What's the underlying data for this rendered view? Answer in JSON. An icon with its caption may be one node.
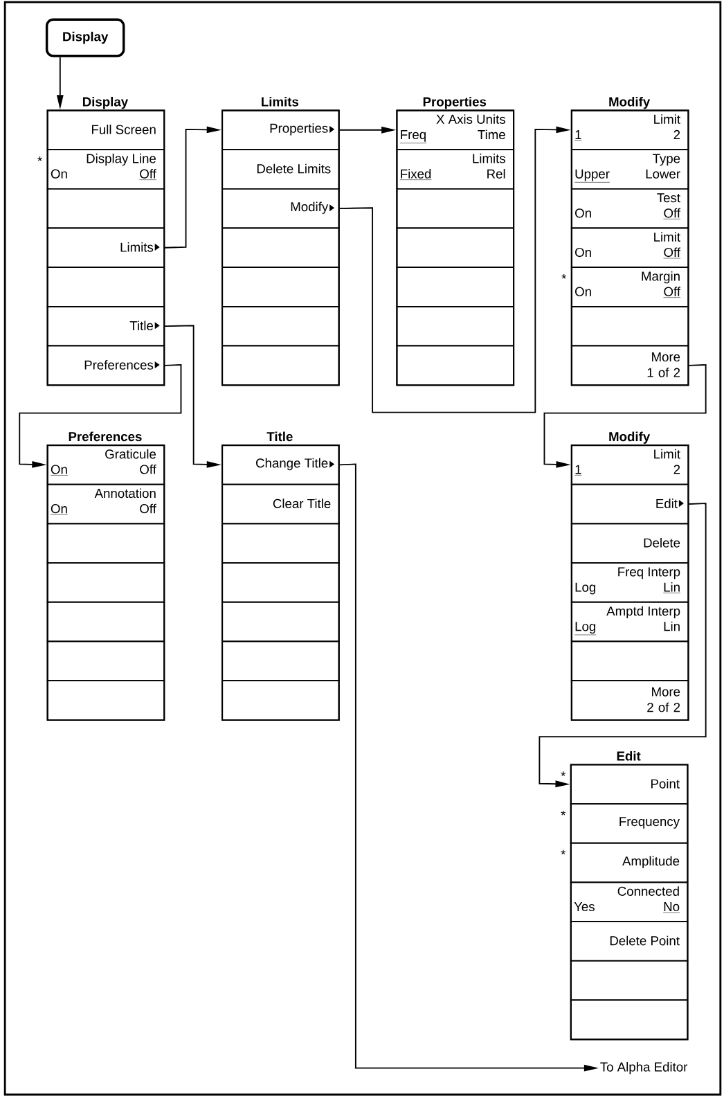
{
  "diagram": {
    "nodes": [
      {
        "text": [
          "Display"
        ]
      },
      {
        "text": [
          "Display"
        ]
      },
      {
        "text": [
          "Full Screen"
        ],
        "in": 1
      },
      {
        "text": [
          "Display Line",
          "On",
          "Off"
        ],
        "in": 1,
        "beside": [
          "*"
        ]
      },
      {
        "text": [],
        "shape": "box",
        "in": 1
      },
      {
        "text": [
          "Limits"
        ],
        "in": 1
      },
      {
        "text": [],
        "shape": "box",
        "in": 1
      },
      {
        "text": [
          "Title"
        ],
        "in": 1
      },
      {
        "text": [
          "Preferences"
        ],
        "in": 1
      },
      {
        "text": [
          "Limits"
        ]
      },
      {
        "text": [
          "Properties"
        ],
        "in": 9
      },
      {
        "text": [
          "Delete Limits"
        ],
        "in": 9
      },
      {
        "text": [
          "Modify"
        ],
        "in": 9
      },
      {
        "text": [],
        "shape": "box",
        "in": 9
      },
      {
        "text": [],
        "shape": "box",
        "in": 9
      },
      {
        "text": [],
        "shape": "box",
        "in": 9
      },
      {
        "text": [],
        "shape": "box",
        "in": 9
      },
      {
        "text": [
          "Properties"
        ]
      },
      {
        "text": [
          "X Axis Units",
          "Freq",
          "Time"
        ],
        "in": 17
      },
      {
        "text": [
          "Limits",
          "Fixed",
          "Rel"
        ],
        "in": 17
      },
      {
        "text": [],
        "shape": "box",
        "in": 17
      },
      {
        "text": [],
        "shape": "box",
        "in": 17
      },
      {
        "text": [],
        "shape": "box",
        "in": 17
      },
      {
        "text": [],
        "shape": "box",
        "in": 17
      },
      {
        "text": [],
        "shape": "box",
        "in": 17
      },
      {
        "text": [
          "Modify"
        ]
      },
      {
        "text": [
          "Limit",
          "1",
          "2"
        ],
        "in": 25
      },
      {
        "text": [
          "Type",
          "Upper",
          "Lower"
        ],
        "in": 25
      },
      {
        "text": [
          "Test",
          "On",
          "Off"
        ],
        "in": 25
      },
      {
        "text": [
          "Limit",
          "On",
          "Off"
        ],
        "in": 25
      },
      {
        "text": [
          "Margin",
          "On",
          "Off"
        ],
        "in": 25,
        "beside": [
          "*"
        ]
      },
      {
        "text": [],
        "shape": "box",
        "in": 25
      },
      {
        "text": [
          "More 1 of 2"
        ],
        "in": 25
      },
      {
        "text": [
          "Preferences"
        ]
      },
      {
        "text": [
          "Graticule",
          "On",
          "Off"
        ],
        "in": 33
      },
      {
        "text": [
          "Annotation",
          "On",
          "Off"
        ],
        "in": 33
      },
      {
        "text": [],
        "shape": "box",
        "in": 33
      },
      {
        "text": [],
        "shape": "box",
        "in": 33
      },
      {
        "text": [],
        "shape": "box",
        "in": 33
      },
      {
        "text": [],
        "shape": "box",
        "in": 33
      },
      {
        "text": [],
        "shape": "box",
        "in": 33
      },
      {
        "text": [
          "Title"
        ]
      },
      {
        "text": [
          "Change Title"
        ],
        "in": 41
      },
      {
        "text": [
          "Clear Title"
        ],
        "in": 41
      },
      {
        "text": [],
        "shape": "box",
        "in": 41
      },
      {
        "text": [],
        "shape": "box",
        "in": 41
      },
      {
        "text": [],
        "shape": "box",
        "in": 41
      },
      {
        "text": [],
        "shape": "box",
        "in": 41
      },
      {
        "text": [],
        "shape": "box",
        "in": 41
      },
      {
        "text": [
          "Modify"
        ]
      },
      {
        "text": [
          "Limit",
          "1",
          "2"
        ],
        "in": 49
      },
      {
        "text": [
          "Edit"
        ],
        "in": 49
      },
      {
        "text": [
          "Delete"
        ],
        "in": 49
      },
      {
        "text": [
          "Freq Interp",
          "Log",
          "Lin"
        ],
        "in": 49
      },
      {
        "text": [
          "Amptd Interp",
          "Log",
          "Lin"
        ],
        "in": 49
      },
      {
        "text": [],
        "shape": "box",
        "in": 49
      },
      {
        "text": [
          "More 2 of 2"
        ],
        "in": 49
      },
      {
        "text": [
          "Edit"
        ]
      },
      {
        "text": [
          "Point"
        ],
        "in": 57,
        "beside": [
          "*"
        ]
      },
      {
        "text": [
          "Frequency"
        ],
        "in": 57,
        "beside": [
          "*"
        ]
      },
      {
        "text": [
          "Amplitude"
        ],
        "in": 57,
        "beside": [
          "*"
        ]
      },
      {
        "text": [
          "Connected",
          "Yes",
          "No"
        ],
        "in": 57
      },
      {
        "text": [
          "Delete Point"
        ],
        "in": 57
      },
      {
        "text": [],
        "shape": "box",
        "in": 57
      },
      {
        "text": [],
        "shape": "box",
        "in": 57
      },
      {
        "text": [
          "To Alpha Editor"
        ]
      }
    ],
    "edges": [
      {
        "from": 0,
        "to": 1,
        "arrow": "to"
      },
      {
        "from": 5,
        "to": 9,
        "arrow": "to"
      },
      {
        "from": 10,
        "to": 17,
        "arrow": "to"
      },
      {
        "from": 12,
        "to": 25,
        "arrow": "to"
      },
      {
        "from": 7,
        "to": 41,
        "arrow": "to"
      },
      {
        "from": 8,
        "to": 33,
        "arrow": "to"
      },
      {
        "from": 32,
        "to": 49,
        "arrow": "to"
      },
      {
        "from": 51,
        "to": 57,
        "arrow": "to"
      },
      {
        "from": 42,
        "to": 65,
        "arrow": "to"
      }
    ]
  }
}
